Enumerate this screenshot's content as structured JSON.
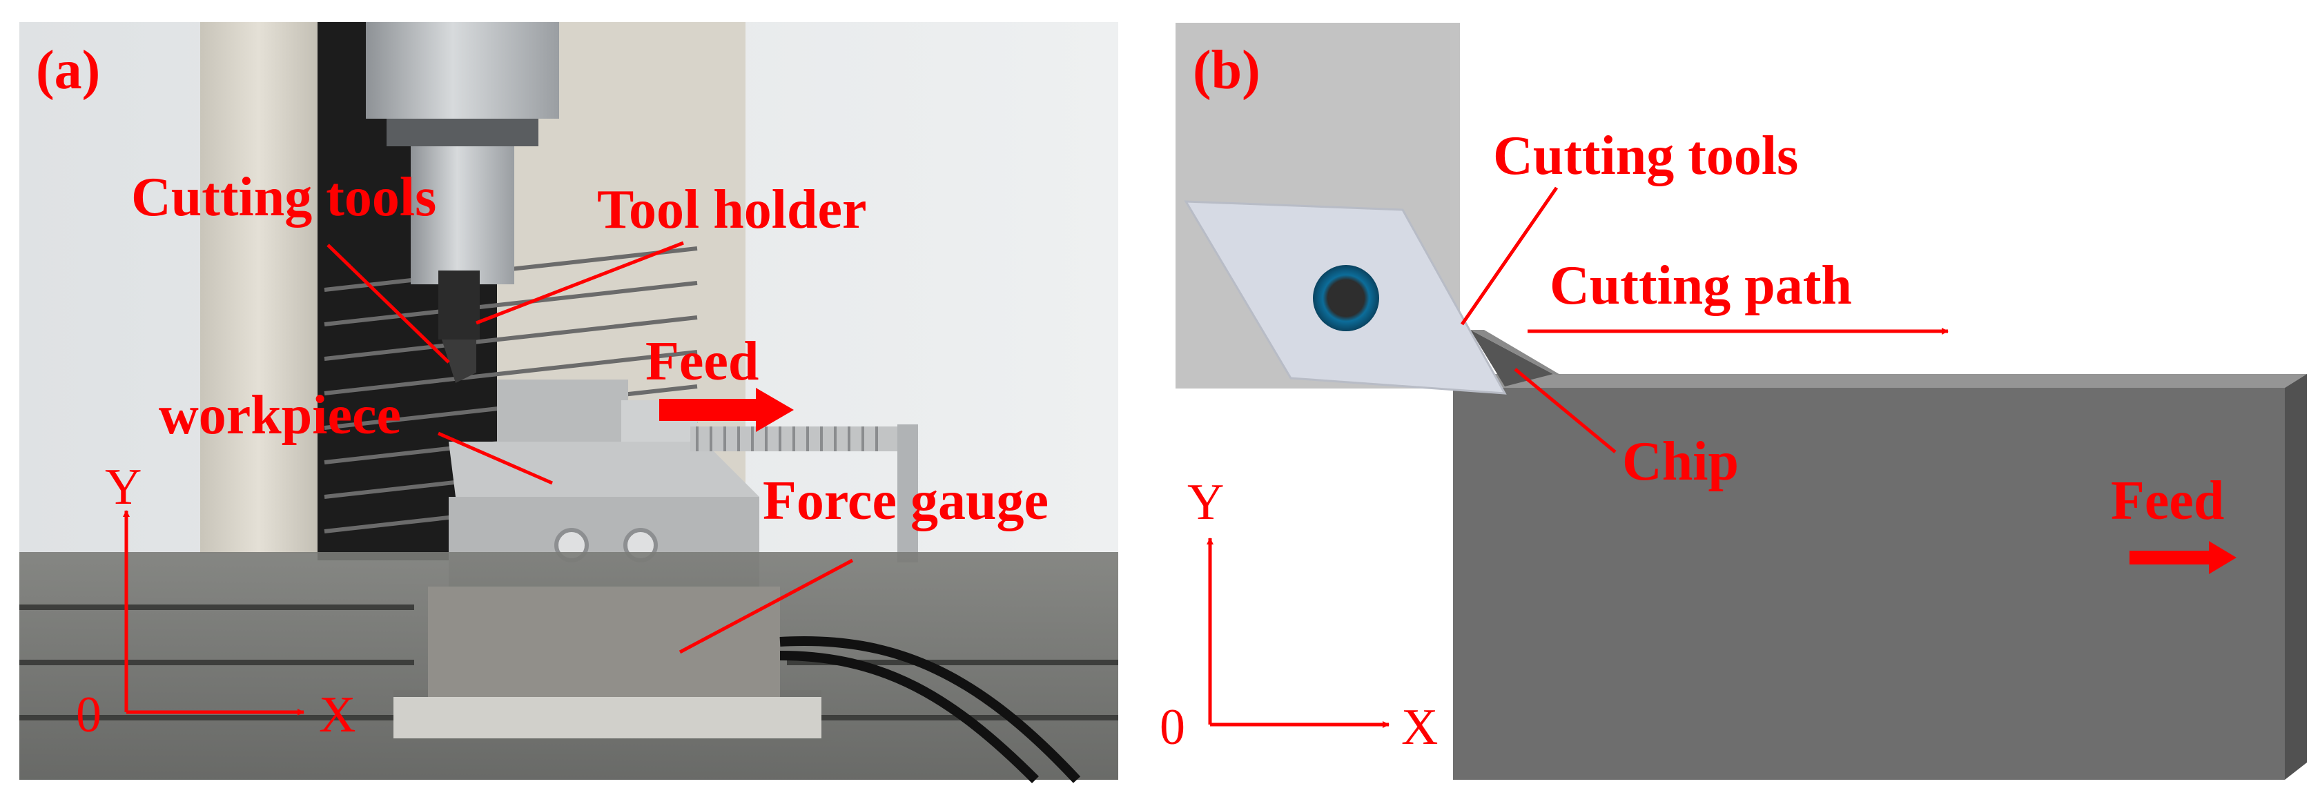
{
  "panel_a": {
    "panel_label": "(a)",
    "labels": {
      "cutting_tools": "Cutting tools",
      "tool_holder": "Tool holder",
      "feed": "Feed",
      "workpiece": "workpiece",
      "force_gauge": "Force gauge"
    },
    "axes": {
      "y": "Y",
      "x": "X",
      "origin": "0"
    }
  },
  "panel_b": {
    "panel_label": "(b)",
    "labels": {
      "cutting_tools": "Cutting tools",
      "cutting_path": "Cutting path",
      "chip": "Chip",
      "feed": "Feed"
    },
    "axes": {
      "y": "Y",
      "x": "X",
      "origin": "0"
    }
  },
  "colors": {
    "annotation": "#ff0000",
    "holder_block": "#c3c3c3",
    "workpiece_block": "#6e6e6e",
    "insert": "#d6dae4"
  }
}
